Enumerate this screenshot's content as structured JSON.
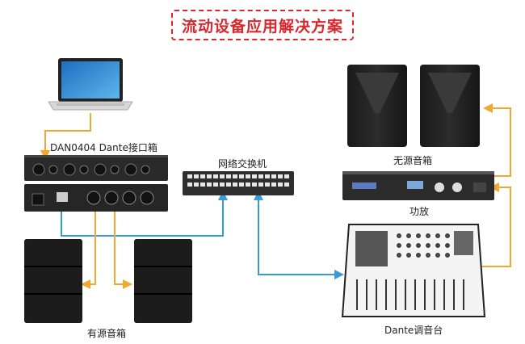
{
  "title": "流动设备应用解决方案",
  "labels": {
    "interface_box": "DAN0404 Dante接口箱",
    "switch": "网络交换机",
    "passive_speakers": "无源音箱",
    "amplifier": "功放",
    "active_speakers": "有源音箱",
    "mixer": "Dante调音台"
  },
  "colors": {
    "title": "#d8272d",
    "network_line": "#3a9ad9",
    "audio_line": "#f0a830"
  },
  "icons": [
    "laptop-icon",
    "interface-box-icon",
    "switch-icon",
    "speaker-icon",
    "amplifier-icon",
    "mixer-icon"
  ]
}
